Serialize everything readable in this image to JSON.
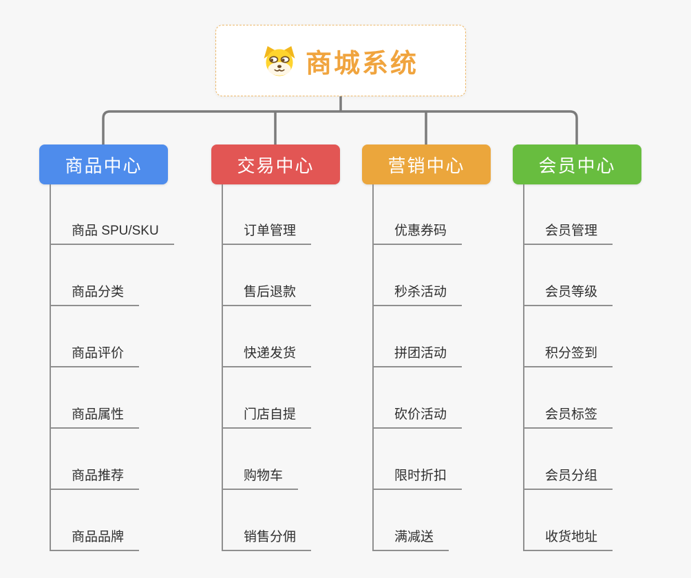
{
  "root": {
    "title": "商城系统",
    "icon": "shiba-dog-icon",
    "title_color": "#f0a43e",
    "border_color": "#edb767"
  },
  "connector_color": "#7b7b7b",
  "line_color": "#8f8f8f",
  "columns": [
    {
      "label": "商品中心",
      "color": "#4e8cec",
      "items": [
        "商品 SPU/SKU",
        "商品分类",
        "商品评价",
        "商品属性",
        "商品推荐",
        "商品品牌"
      ]
    },
    {
      "label": "交易中心",
      "color": "#e25654",
      "items": [
        "订单管理",
        "售后退款",
        "快递发货",
        "门店自提",
        "购物车",
        "销售分佣"
      ]
    },
    {
      "label": "营销中心",
      "color": "#eba63c",
      "items": [
        "优惠券码",
        "秒杀活动",
        "拼团活动",
        "砍价活动",
        "限时折扣",
        "满减送"
      ]
    },
    {
      "label": "会员中心",
      "color": "#68bd3f",
      "items": [
        "会员管理",
        "会员等级",
        "积分签到",
        "会员标签",
        "会员分组",
        "收货地址"
      ]
    }
  ]
}
